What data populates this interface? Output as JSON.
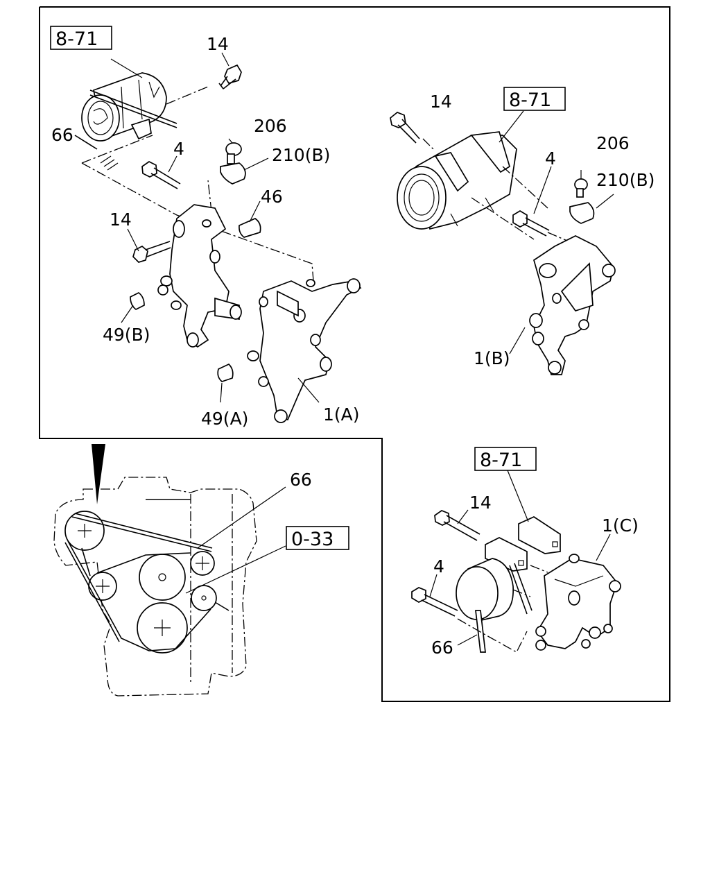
{
  "panels": {
    "top_left": {
      "refs": [
        "8-71"
      ],
      "labels": [
        "14",
        "66",
        "206",
        "4",
        "210(B)",
        "46",
        "14",
        "49(B)",
        "49(A)",
        "1(A)"
      ]
    },
    "top_right": {
      "refs": [
        "8-71"
      ],
      "labels": [
        "14",
        "4",
        "206",
        "210(B)",
        "1(B)"
      ]
    },
    "bottom_left": {
      "refs": [
        "0-33"
      ],
      "labels": [
        "66"
      ]
    },
    "bottom_right": {
      "refs": [
        "8-71"
      ],
      "labels": [
        "14",
        "1(C)",
        "4",
        "66"
      ]
    }
  }
}
